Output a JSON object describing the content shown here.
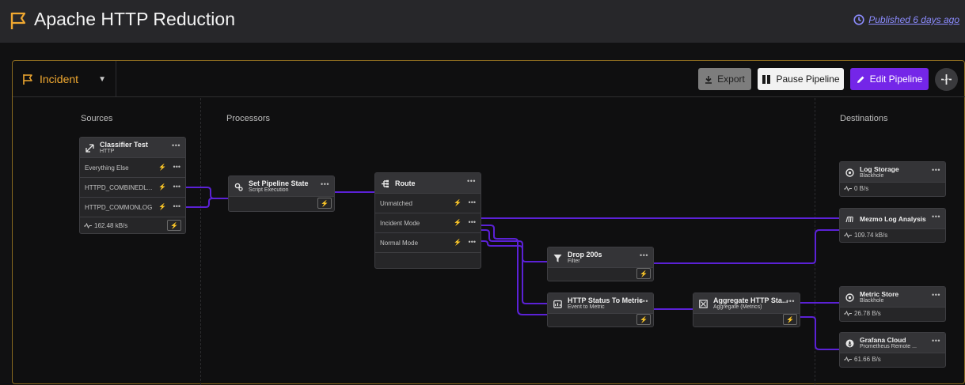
{
  "header": {
    "title": "Apache HTTP Reduction",
    "published": "Published 6 days ago"
  },
  "toolbar": {
    "mode": "Incident",
    "export_label": "Export",
    "pause_label": "Pause Pipeline",
    "edit_label": "Edit Pipeline"
  },
  "columns": {
    "sources": "Sources",
    "processors": "Processors",
    "destinations": "Destinations"
  },
  "source": {
    "title": "Classifier Test",
    "subtitle": "HTTP",
    "routes": [
      "Everything Else",
      "HTTPD_COMBINEDL...",
      "HTTPD_COMMONLOG"
    ],
    "metric": "162.48 kB/s"
  },
  "processors": {
    "set_state": {
      "title": "Set Pipeline State",
      "subtitle": "Script Execution"
    },
    "route": {
      "title": "Route",
      "routes": [
        "Unmatched",
        "Incident Mode",
        "Normal Mode"
      ]
    },
    "drop": {
      "title": "Drop 200s",
      "subtitle": "Filter"
    },
    "status_metric": {
      "title": "HTTP Status To Metric",
      "subtitle": "Event to Metric"
    },
    "aggregate": {
      "title": "Aggregate HTTP Sta...",
      "subtitle": "Aggregate (Metrics)"
    }
  },
  "destinations": [
    {
      "title": "Log Storage",
      "subtitle": "Blackhole",
      "metric": "0 B/s"
    },
    {
      "title": "Mezmo Log Analysis",
      "subtitle": "",
      "metric": "109.74 kB/s"
    },
    {
      "title": "Metric Store",
      "subtitle": "Blackhole",
      "metric": "26.78 B/s"
    },
    {
      "title": "Grafana Cloud",
      "subtitle": "Prometheus Remote ...",
      "metric": "61.66 B/s"
    }
  ],
  "colors": {
    "accent": "#7426e8",
    "edge": "#5b21d6",
    "incident": "#f0a830",
    "published": "#8c8cff"
  }
}
